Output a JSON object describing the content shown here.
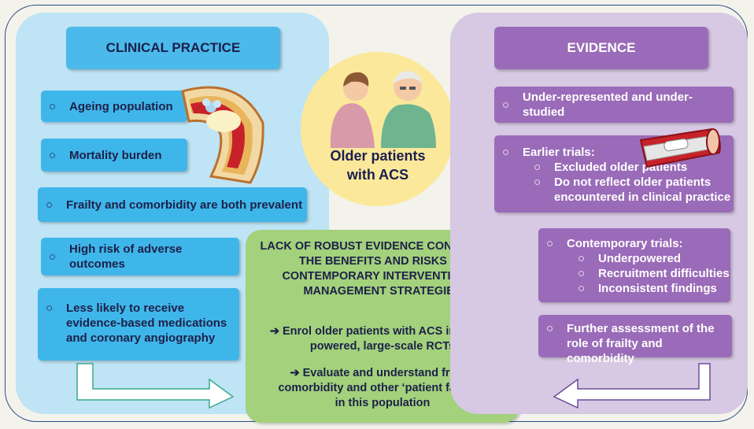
{
  "left": {
    "header": "CLINICAL PRACTICE",
    "bullet": "○",
    "items": [
      "Ageing population",
      "Mortality burden",
      "Frailty and comorbidity are both prevalent",
      "High risk of adverse outcomes"
    ],
    "multi_item": [
      "Less likely to receive",
      "evidence-based medications",
      "and coronary angiography"
    ]
  },
  "center": {
    "circle_lines": [
      "Older patients",
      "with ACS"
    ],
    "box_heading": [
      "LACK OF ROBUST EVIDENCE CONCERNING",
      "THE BENEFITS AND RISKS OF",
      "CONTEMPORARY INTERVENTIONAL",
      "MANAGEMENT STRATEGIES"
    ],
    "action1": [
      "➔ Enrol older patients with ACS into well-",
      "powered, large-scale RCTs"
    ],
    "action2": [
      "➔ Evaluate and understand frailty,",
      "comorbidity and other ‘patient factors’",
      "in this population"
    ]
  },
  "right": {
    "header": "EVIDENCE",
    "bullet": "○",
    "item1": "Under-represented and under-studied",
    "earlier": {
      "title": "Earlier trials:",
      "sub1": "Excluded older patients",
      "sub2": [
        "Do not reflect older patients",
        "encountered in clinical practice"
      ]
    },
    "contemporary": {
      "title": "Contemporary trials:",
      "subs": [
        "Underpowered",
        "Recruitment difficulties",
        "Inconsistent findings"
      ]
    },
    "further": [
      "Further assessment of the",
      "role of frailty and comorbidity"
    ]
  },
  "colors": {
    "blue_panel": "#bfe4f5",
    "blue_box": "#3fb6ea",
    "purple_panel": "#d7c8e3",
    "purple_box": "#9a6bb8",
    "circle": "#fbe89a",
    "green_box": "#a3d17c"
  },
  "icons": [
    "artery-icon",
    "stent-icon",
    "older-couple-illustration",
    "arrow-right-icon",
    "arrow-left-icon"
  ]
}
